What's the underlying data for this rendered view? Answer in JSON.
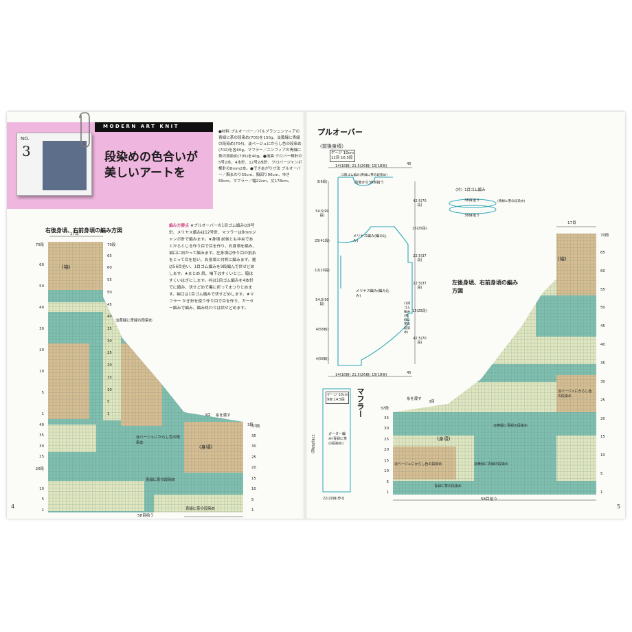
{
  "header": {
    "brand": "MODERN ART KNIT",
    "no_label": "NO.",
    "no_num": "3",
    "headline": "段染めの色合いが美しいアートを"
  },
  "materials": "●材料 プルオーバー／パルプランニンフィアの青緑に茶の段染め(705)を150g、淡黄緑に青緑の段染め(704)、淡ベージュにからし色の段染め(702)を各60g。マフラー／ニンフィアの青緑に茶の段染め(705)を40g。●用具 クロバー棒針の5号2本、4本針、12号2本針、クロバージャンボ棒針の8mm2本。●できあがり寸法 プルオーバー／胸まわり55cm、胸回り96cm、ゆき69cm。マフラー／幅22cm、丈178cm。",
  "instructions": {
    "heading": "編み方要点",
    "body": "★プルオーバーの1目ゴム編みは9号針、メリヤス編みは12号針、マフラーは8mmジャンボ針で編みます。★身頃 前後とも中央であとからとじる作り目で目を作り、右身頃を編み、袖口に向かって編みます。左身頃は作り目の別糸をとって目を拾い、右身頃と対称に編みます。裾は56目拾い、1目ゴム編みを9段編んで伏せどめします。★まとめ 肩、袖下はすくいとじ、脇はすくいはぎにします。衿は1目ゴム編みを4本針でに編み、伏せどめで裏に折ってまつりとめます。袖口は1目ゴム編みで伏せどめします。★マフラー かぎ針を使う作り目で目を作り、ガーター編みで編み、編み終わりは伏せどめます。"
  },
  "left_chart": {
    "title": "右後身頃、右前身頃の編み方図",
    "labels": {
      "sleeve": "(袖)",
      "body": "(身頃)",
      "band1": "淡ベージュにからし色の段染め",
      "band2": "青緑に茶の段染め",
      "band3": "淡黄緑に青緑の段染め",
      "band4": "青緑に茶の段染め",
      "leave": "糸を渡す",
      "top_count": "17目",
      "bottom_count": "58目拾う",
      "cast3": "3目",
      "cast3b": "3段"
    },
    "left_ticks": [
      "70段",
      "",
      "60",
      "",
      "50",
      "",
      "40",
      "",
      "30",
      "",
      "20",
      "",
      "10",
      "",
      "5",
      "",
      "1",
      "40",
      "35",
      "30",
      "25",
      "20段",
      "",
      "10",
      "5",
      "1"
    ],
    "right_ticks": [
      "70段",
      "65",
      "60",
      "55",
      "50",
      "45",
      "40",
      "35",
      "30",
      "25",
      "20",
      "15",
      "10",
      "5",
      "1"
    ],
    "right_ticks2": [
      "37段",
      "35",
      "30",
      "25",
      "20",
      "15",
      "10",
      "5",
      "1"
    ]
  },
  "right_chart": {
    "title": "左後身頃、右前身頃の編み方図",
    "labels": {
      "sleeve": "(袖)",
      "body": "(身頃)",
      "band1": "淡ベージュにからし色の段染め",
      "band2": "淡ベージュにからし色の段染め",
      "band3": "淡黄緑に青緑の段染め",
      "band4": "青緑に茶の段染め",
      "band5": "淡黄緑に青緑の段染め",
      "leave": "糸を渡す",
      "top_count": "17目",
      "bottom_count": "58目拾う",
      "cast3": "3目"
    },
    "right_ticks": [
      "70段",
      "65",
      "60",
      "55",
      "50",
      "45",
      "40",
      "35",
      "30",
      "25",
      "20",
      "15",
      "10",
      "5",
      "1"
    ],
    "left_ticks": [
      "37段",
      "35",
      "30",
      "25",
      "20",
      "15",
      "10",
      "5",
      "1"
    ]
  },
  "pullover": {
    "title": "プルオーバー",
    "subtitle": "〈前後身頃〉",
    "gauge": "ゲージ 10cm\n12目 16.5段",
    "top_dim": "14(18目) 21.5(26目) 15(18目)",
    "top_total": "45",
    "neck": "前後から38目拾う",
    "yoke": "(1目ゴム編み(青緑に茶の段染め)",
    "bottom_dim": "14(18目) 21.5(26目) 15(18目)",
    "bottom_total": "45",
    "body_lbl": "メリヤス編み(編み込み)",
    "body_lbl2": "メリヤス編み(編み込み)",
    "dims_left": [
      "3(6段)",
      "54.5(90段)",
      "25(41段)",
      "12(20段)",
      "54.5(90段)",
      "4(58目)",
      "4(58目)"
    ],
    "dims_right": [
      "42.5(70段)",
      "15(25段)",
      "22.5(37段)",
      "22.5(37段)",
      "15(25段)",
      "42.5(70段)"
    ],
    "center_lbl": "(1目ゴム編み(青緑に茶の段染め)"
  },
  "collar": {
    "title": "〈衿〉1目ゴム編み",
    "count": "38目拾う",
    "note": "(青緑に茶の段染め)",
    "count2": "38目拾う"
  },
  "muffler": {
    "title": "マフラー",
    "gauge": "ゲージ 10cm\n9目 14.5段",
    "body": "ガーター編み(青緑に茶の段染め)",
    "length": "178(258段)",
    "width": "22(20目)作る"
  },
  "pages": {
    "left": "4",
    "right": "5"
  },
  "colors": {
    "tan": "#d6bd92",
    "teal": "#7fbfb0",
    "pale": "#dfe6c0",
    "grid": "#6a8a80",
    "pink": "#efb7df",
    "line": "#2aa7b5"
  }
}
